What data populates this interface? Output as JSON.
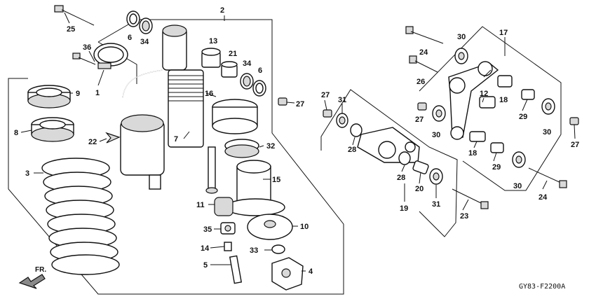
{
  "callouts": {
    "c1": "1",
    "c2": "2",
    "c3": "3",
    "c4": "4",
    "c5": "5",
    "c6a": "6",
    "c6b": "6",
    "c7": "7",
    "c8": "8",
    "c9": "9",
    "c10": "10",
    "c11": "11",
    "c12": "12",
    "c13": "13",
    "c14": "14",
    "c15": "15",
    "c16": "16",
    "c17": "17",
    "c18a": "18",
    "c18b": "18",
    "c19": "19",
    "c20": "20",
    "c21": "21",
    "c22": "22",
    "c23": "23",
    "c24a": "24",
    "c24b": "24",
    "c25": "25",
    "c26": "26",
    "c27a": "27",
    "c27b": "27",
    "c27c": "27",
    "c27d": "27",
    "c28a": "28",
    "c28b": "28",
    "c29a": "29",
    "c29b": "29",
    "c30a": "30",
    "c30b": "30",
    "c30c": "30",
    "c30d": "30",
    "c31a": "31",
    "c31b": "31",
    "c32": "32",
    "c33": "33",
    "c34a": "34",
    "c34b": "34",
    "c35": "35",
    "c36": "36"
  },
  "direction_label": "FR.",
  "drawing_code": "GY83-F2200A"
}
